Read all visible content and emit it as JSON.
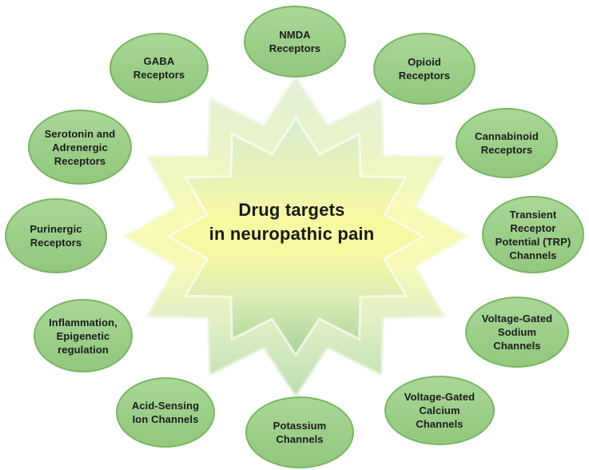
{
  "diagram": {
    "center": {
      "title": "Drug targets\nin neuropathic pain"
    },
    "nodes": [
      {
        "id": "nmda-receptors",
        "label": "NMDA\nReceptors"
      },
      {
        "id": "opioid-receptors",
        "label": "Opioid\nReceptors"
      },
      {
        "id": "cannabinoid-receptors",
        "label": "Cannabinoid\nReceptors"
      },
      {
        "id": "trp-channels",
        "label": "Transient\nReceptor\nPotential (TRP)\nChannels"
      },
      {
        "id": "voltage-gated-sodium-channels",
        "label": "Voltage-Gated\nSodium\nChannels"
      },
      {
        "id": "voltage-gated-calcium-channels",
        "label": "Voltage-Gated\nCalcium\nChannels"
      },
      {
        "id": "potassium-channels",
        "label": "Potassium\nChannels"
      },
      {
        "id": "acid-sensing-ion-channels",
        "label": "Acid-Sensing\nIon Channels"
      },
      {
        "id": "inflammation-epigenetic-regulation",
        "label": "Inflammation,\nEpigenetic\nregulation"
      },
      {
        "id": "purinergic-receptors",
        "label": "Purinergic\nReceptors"
      },
      {
        "id": "serotonin-adrenergic-receptors",
        "label": "Serotonin and\nAdrenergic\nReceptors"
      },
      {
        "id": "gaba-receptors",
        "label": "GABA\nReceptors"
      }
    ],
    "colors": {
      "node_fill": "#9bce88",
      "node_border": "#7ab563",
      "star_yellow": "#f6f9a2",
      "star_green_top": "#d7edd1",
      "star_green_bottom": "#a8d49a",
      "inner_star_outline": "#ffffff",
      "text": "#1c1c1c",
      "background": "#ffffff"
    }
  }
}
